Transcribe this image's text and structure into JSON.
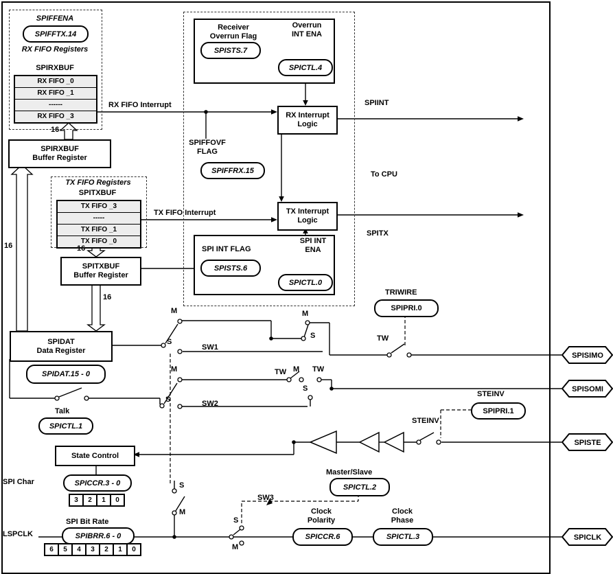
{
  "rx_fifo": {
    "spiffena": "SPIFFENA",
    "spifftx_pill": "SPIFFTX.14",
    "box_title": "RX FIFO Registers",
    "reg_label": "SPIRXBUF",
    "rows": [
      "RX FIFO _0",
      "RX FIFO _1",
      "------",
      "RX FIFO _3"
    ],
    "bus_width": "16"
  },
  "rx_buffer": {
    "lines": [
      "SPIRXBUF",
      "Buffer Register"
    ],
    "bus_width": "16"
  },
  "tx_fifo": {
    "box_title": "TX FIFO Registers",
    "reg_label": "SPITXBUF",
    "rows": [
      "TX FIFO _3",
      "-----",
      "TX FIFO _1",
      "TX FIFO _0"
    ],
    "bus_width": "16"
  },
  "tx_buffer": {
    "lines": [
      "SPITXBUF",
      "Buffer Register"
    ],
    "bus_width": "16"
  },
  "interrupt": {
    "rx_fifo_interrupt": "RX FIFO Interrupt",
    "tx_fifo_interrupt": "TX FIFO Interrupt",
    "receiver_overrun_flag": [
      "Receiver",
      "Overrun Flag"
    ],
    "overrun_int_ena": [
      "Overrun",
      "INT ENA"
    ],
    "spists7_pill": "SPISTS.7",
    "spictl4_pill": "SPICTL.4",
    "rx_logic": [
      "RX Interrupt",
      "Logic"
    ],
    "tx_logic": [
      "TX Interrupt",
      "Logic"
    ],
    "spiffovf_flag": [
      "SPIFFOVF",
      "FLAG"
    ],
    "spiffrx15_pill": "SPIFFRX.15",
    "spi_int_flag": "SPI INT FLAG",
    "spi_int_ena": [
      "SPI INT",
      "ENA"
    ],
    "spists6_pill": "SPISTS.6",
    "spictl0_pill": "SPICTL.0",
    "spiint": "SPIINT",
    "spitx": "SPITX",
    "to_cpu": "To CPU"
  },
  "spidat": {
    "lines": [
      "SPIDAT",
      "Data Register"
    ],
    "pill": "SPIDAT.15 - 0"
  },
  "talk": {
    "label": "Talk",
    "pill": "SPICTL.1"
  },
  "triwire": {
    "label": "TRIWIRE",
    "pill": "SPIPRI.0"
  },
  "steinv": {
    "label": "STEINV",
    "pill": "SPIPRI.1",
    "switch_label": "STEINV"
  },
  "state_control": {
    "label": "State Control"
  },
  "spi_char": {
    "label": "SPI Char",
    "pill": "SPICCR.3 - 0",
    "bits": [
      "3",
      "2",
      "1",
      "0"
    ]
  },
  "master_slave": {
    "label": "Master/Slave",
    "pill": "SPICTL.2"
  },
  "bit_rate": {
    "label": "SPI Bit Rate",
    "pill": "SPIBRR.6 - 0",
    "bits": [
      "6",
      "5",
      "4",
      "3",
      "2",
      "1",
      "0"
    ]
  },
  "clock": {
    "polarity": [
      "Clock",
      "Polarity"
    ],
    "polarity_pill": "SPICCR.6",
    "phase": [
      "Clock",
      "Phase"
    ],
    "phase_pill": "SPICTL.3"
  },
  "switch_labels": {
    "sw1": "SW1",
    "sw2": "SW2",
    "sw3": "SW3",
    "m": "M",
    "s": "S",
    "tw": "TW"
  },
  "pins": {
    "lspclk": "LSPCLK",
    "spisimo": "SPISIMO",
    "spisomi": "SPISOMI",
    "spiste": "SPISTE",
    "spiclk": "SPICLK"
  }
}
